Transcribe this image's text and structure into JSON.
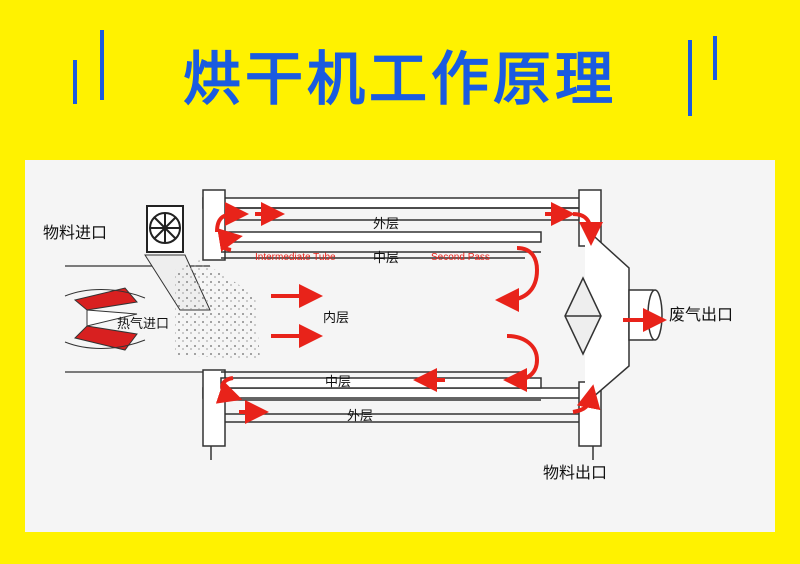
{
  "title": "烘干机工作原理",
  "colors": {
    "background": "#FFF200",
    "title": "#1A5BE0",
    "arrow": "#E8231A",
    "panel": "#F5F5F5"
  },
  "labels": {
    "material_inlet": "物料进口",
    "hot_air_inlet": "热气进口",
    "outer_top": "外层",
    "middle_top": "中层",
    "inner": "内层",
    "middle_bottom": "中层",
    "outer_bottom": "外层",
    "exhaust_outlet": "废气出口",
    "material_outlet": "物料出口",
    "intermediate_tube": "Intermediate Tube",
    "second_pass": "Second Pass"
  }
}
